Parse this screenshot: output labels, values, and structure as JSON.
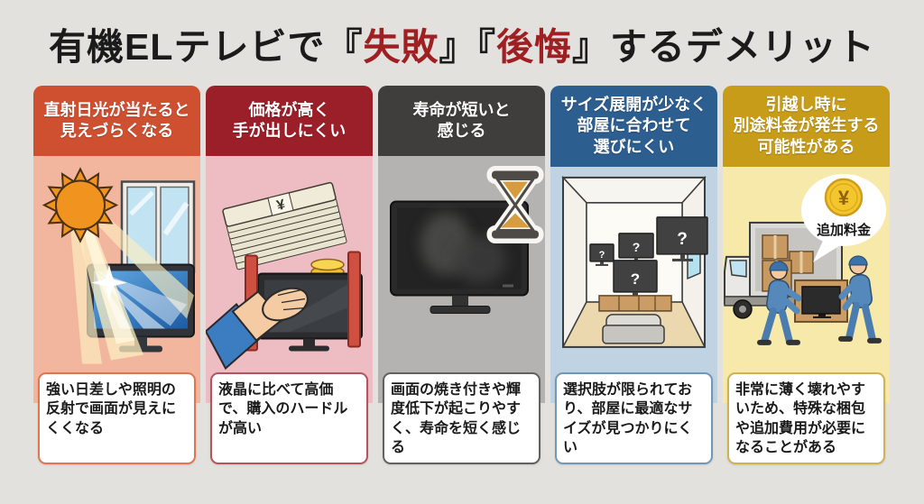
{
  "page": {
    "background": "#e3e1de"
  },
  "title": {
    "prefix": "有機ELテレビで",
    "quote_open_1": "『",
    "highlight_1": "失敗",
    "quote_close_1": "』",
    "quote_open_2": "『",
    "highlight_2": "後悔",
    "quote_close_2": "』",
    "suffix": "するデメリット",
    "text_color": "#1b1b1b",
    "highlight_color": "#9e2023"
  },
  "cards": [
    {
      "id": "sunlight-glare",
      "header_lines": [
        "直射日光が当たると",
        "見えづらくなる"
      ],
      "body_text": "強い日差しや照明の反射で画面が見えにくくなる",
      "style": "--hdr:#ce5031;--panel:#f2b69e;--bdr:#e0764f",
      "illustration": "sun shining through window onto glaring tv screen"
    },
    {
      "id": "high-price",
      "header_lines": [
        "価格が高く",
        "手が出しにくい"
      ],
      "body_text": "液晶に比べて高価で、購入のハードルが高い",
      "style": "--hdr:#9b1f29;--panel:#edbdc3;--bdr:#b4545f",
      "yen_symbol": "¥",
      "illustration": "hand reaching past barriers toward tv with money stack and coins"
    },
    {
      "id": "short-lifespan",
      "header_lines": [
        "寿命が短いと",
        "感じる"
      ],
      "body_text": "画面の焼き付きや輝度低下が起こりやすく、寿命を短く感じる",
      "style": "--hdr:#403e3d;--panel:#b4b3b1;--bdr:#63615f",
      "illustration": "dark tv with burn-in ghost image and hourglass"
    },
    {
      "id": "limited-sizes",
      "header_lines": [
        "サイズ展開が少なく",
        "部屋に合わせて",
        "選びにくい"
      ],
      "body_text": "選択肢が限られており、部屋に最適なサイズが見つかりにくい",
      "style": "--hdr:#2d5e90;--panel:#bfd3e2;--bdr:#7497b6",
      "question_mark": "?",
      "illustration": "room with tvs of different sizes marked with question marks"
    },
    {
      "id": "moving-fees",
      "header_lines": [
        "引越し時に",
        "別途料金が発生する",
        "可能性がある"
      ],
      "body_text": "非常に薄く壊れやすいため、特殊な梱包や追加費用が必要になることがある",
      "style": "--hdr:#c79c18;--panel:#f6e9a9;--bdr:#d0b250",
      "bubble_label": "追加料金",
      "coin_symbol": "¥",
      "illustration": "movers carrying tv to truck with extra-fee speech bubble"
    }
  ]
}
